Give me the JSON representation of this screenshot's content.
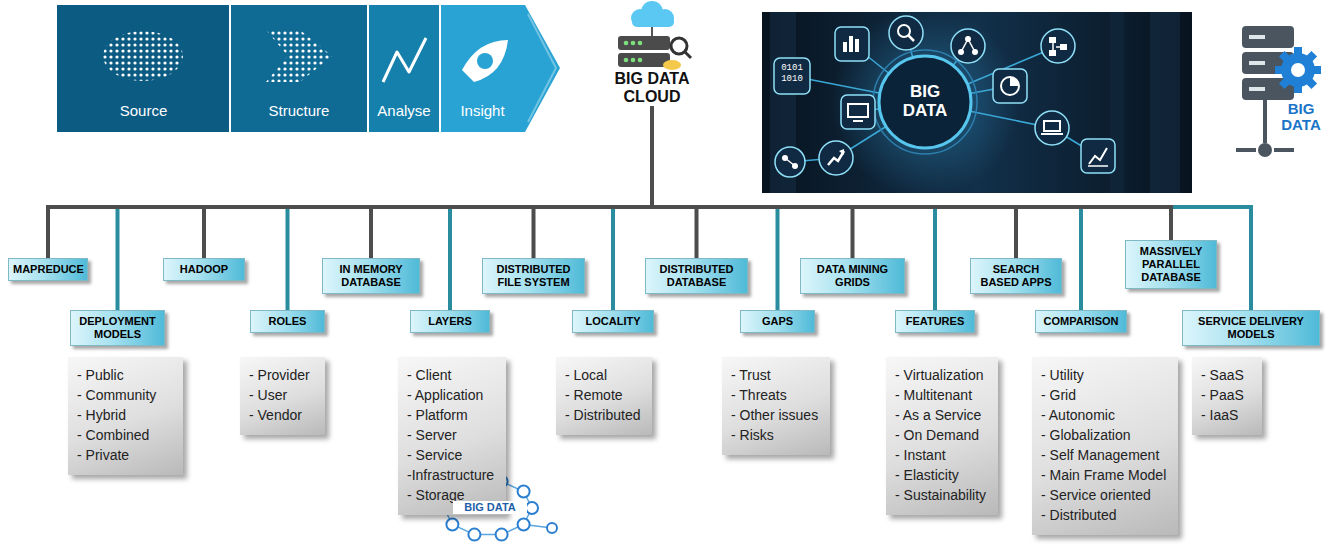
{
  "diagram": {
    "nodes": [
      {
        "text": [
          "Source"
        ]
      },
      {
        "text": [
          "Structure"
        ]
      },
      {
        "text": [
          "Analyse"
        ]
      },
      {
        "text": [
          "Insight"
        ]
      },
      {
        "text": [
          "BIG DATA CLOUD"
        ]
      },
      {
        "text": [
          "MAPREDUCE"
        ]
      },
      {
        "text": [
          "DEPLOYMENT MODELS"
        ]
      },
      {
        "text": [
          "- Public",
          "- Community",
          "- Hybrid",
          "- Combined",
          "- Private"
        ]
      },
      {
        "text": [
          "HADOOP"
        ]
      },
      {
        "text": [
          "ROLES"
        ]
      },
      {
        "text": [
          "- Provider",
          "- User",
          "- Vendor"
        ]
      },
      {
        "text": [
          "IN MEMORY DATABASE"
        ]
      },
      {
        "text": [
          "LAYERS"
        ]
      },
      {
        "text": [
          "- Client",
          "- Application",
          "- Platform",
          "- Server",
          "- Service",
          "-Infrastructure",
          "- Storage"
        ]
      },
      {
        "text": [
          "DISTRIBUTED FILE SYSTEM"
        ]
      },
      {
        "text": [
          "LOCALITY"
        ]
      },
      {
        "text": [
          "- Local",
          "- Remote",
          "- Distributed"
        ]
      },
      {
        "text": [
          "DISTRIBUTED DATABASE"
        ]
      },
      {
        "text": [
          "GAPS"
        ]
      },
      {
        "text": [
          "- Trust",
          "- Threats",
          "- Other issues",
          "- Risks"
        ]
      },
      {
        "text": [
          "DATA MINING GRIDS"
        ]
      },
      {
        "text": [
          "FEATURES"
        ]
      },
      {
        "text": [
          "- Virtualization",
          "- Multitenant",
          "- As a Service",
          "- On Demand",
          "- Instant",
          "- Elasticity",
          "- Sustainability"
        ]
      },
      {
        "text": [
          "SEARCH BASED APPS"
        ]
      },
      {
        "text": [
          "COMPARISON"
        ]
      },
      {
        "text": [
          "- Utility",
          "- Grid",
          "- Autonomic",
          "- Globalization",
          "- Self Management",
          "- Main Frame Model",
          "- Service oriented",
          "- Distributed"
        ]
      },
      {
        "text": [
          "MASSIVELY PARALLEL DATABASE"
        ]
      },
      {
        "text": [
          "SERVICE DELIVERY MODELS"
        ]
      },
      {
        "text": [
          "- SaaS",
          "- PaaS",
          "- IaaS"
        ]
      }
    ],
    "edges": [
      {
        "from": 4,
        "to": 5,
        "arrow": "none"
      },
      {
        "from": 4,
        "to": 6,
        "arrow": "none"
      },
      {
        "from": 4,
        "to": 8,
        "arrow": "none"
      },
      {
        "from": 4,
        "to": 9,
        "arrow": "none"
      },
      {
        "from": 4,
        "to": 11,
        "arrow": "none"
      },
      {
        "from": 4,
        "to": 12,
        "arrow": "none"
      },
      {
        "from": 4,
        "to": 14,
        "arrow": "none"
      },
      {
        "from": 4,
        "to": 15,
        "arrow": "none"
      },
      {
        "from": 4,
        "to": 17,
        "arrow": "none"
      },
      {
        "from": 4,
        "to": 18,
        "arrow": "none"
      },
      {
        "from": 4,
        "to": 20,
        "arrow": "none"
      },
      {
        "from": 4,
        "to": 21,
        "arrow": "none"
      },
      {
        "from": 4,
        "to": 23,
        "arrow": "none"
      },
      {
        "from": 4,
        "to": 24,
        "arrow": "none"
      },
      {
        "from": 4,
        "to": 26,
        "arrow": "none"
      },
      {
        "from": 4,
        "to": 27,
        "arrow": "none"
      }
    ],
    "labels": [
      "0101 1010",
      "BIG DATA",
      "BIG DATA",
      "BIG DATA"
    ]
  }
}
